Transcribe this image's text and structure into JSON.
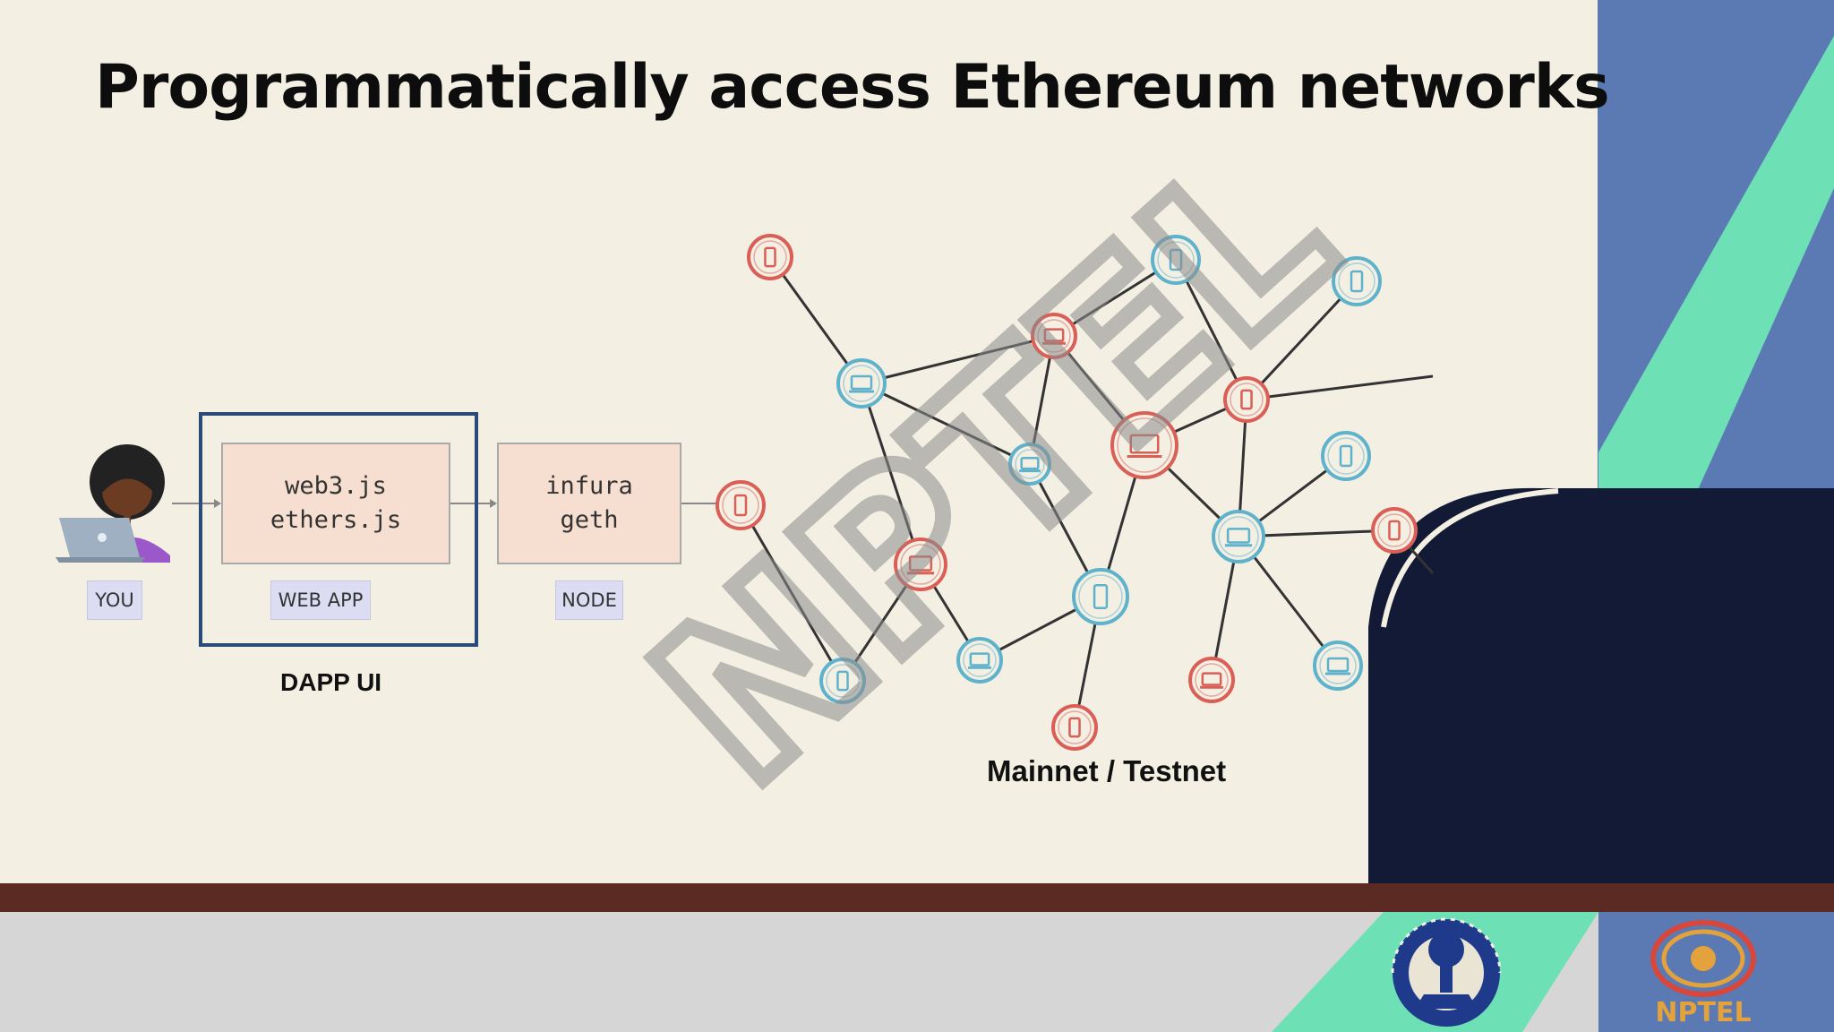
{
  "slide": {
    "title": "Programmatically access Ethereum networks",
    "watermark": "NPTEL"
  },
  "diagram": {
    "code_box_1": {
      "line1": "web3.js",
      "line2": "ethers.js"
    },
    "code_box_2": {
      "line1": "infura",
      "line2": "geth"
    },
    "tag_you": "YOU",
    "tag_webapp": "WEB APP",
    "tag_node": "NODE",
    "caption_dapp": "DAPP UI",
    "caption_network": "Mainnet / Testnet"
  },
  "logos": {
    "right_logo_text": "NPTEL"
  },
  "colors": {
    "background": "#f3efe3",
    "node_red": "#d95f57",
    "node_blue": "#5fb2cc",
    "frame_blue": "#2a4a7a",
    "side_blue": "#5b7ab4",
    "side_mint": "#6ee0b6",
    "dark_navy": "#121a36",
    "brown_bar": "#5a2a23"
  }
}
